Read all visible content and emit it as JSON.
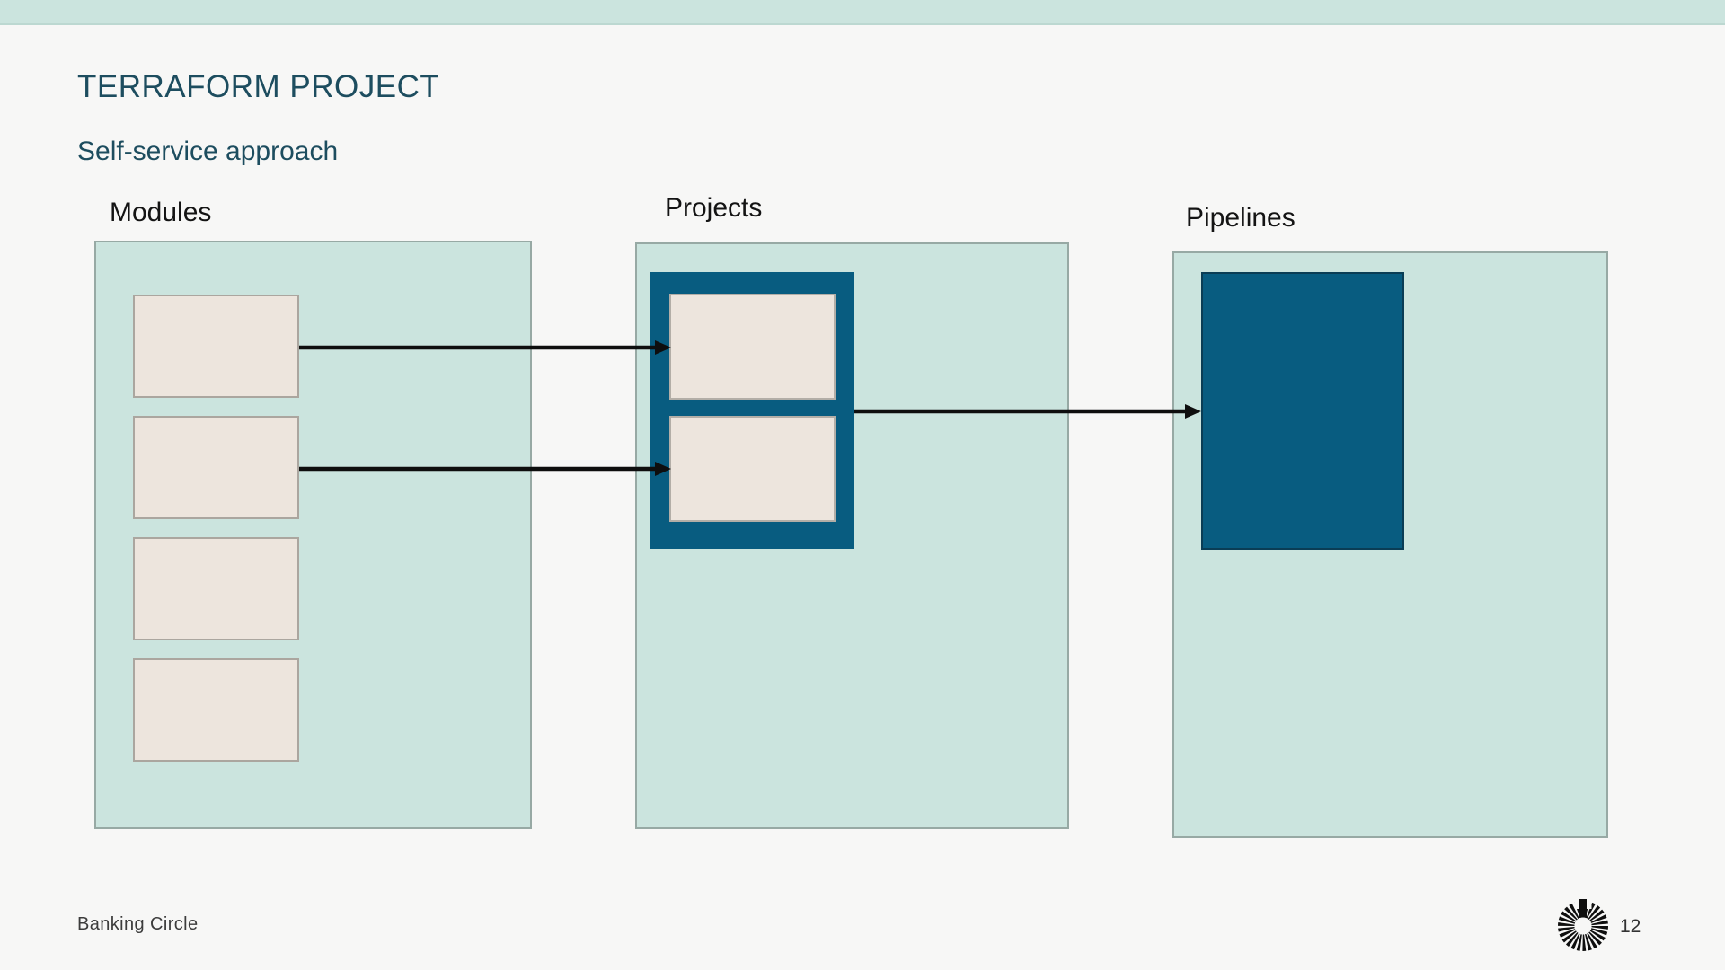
{
  "slide": {
    "title": "TERRAFORM PROJECT",
    "subtitle": "Self-service approach"
  },
  "diagram": {
    "columns": [
      {
        "id": "modules",
        "label": "Modules",
        "box_count": 4
      },
      {
        "id": "projects",
        "label": "Projects",
        "box_count": 2
      },
      {
        "id": "pipelines",
        "label": "Pipelines",
        "box_count": 1
      }
    ],
    "connections": [
      {
        "from": "modules-box-1",
        "to": "projects-box-1"
      },
      {
        "from": "modules-box-2",
        "to": "projects-box-2"
      },
      {
        "from": "projects-group",
        "to": "pipelines-box"
      }
    ]
  },
  "footer": {
    "company": "Banking Circle",
    "page_number": "12",
    "logo_icon": "sunburst-logo"
  },
  "colors": {
    "background": "#f7f7f6",
    "top_strip": "#cbe4de",
    "panel_fill": "#cbe4de",
    "panel_border": "#97a9a4",
    "box_beige_fill": "#ede5dd",
    "box_beige_border": "#aba69f",
    "accent_dark_blue": "#085c80",
    "dark_box_border": "#0a3d55",
    "heading_teal": "#1d4d5f",
    "arrow_black": "#0e0e0e",
    "footer_text": "#3c3c3c"
  }
}
